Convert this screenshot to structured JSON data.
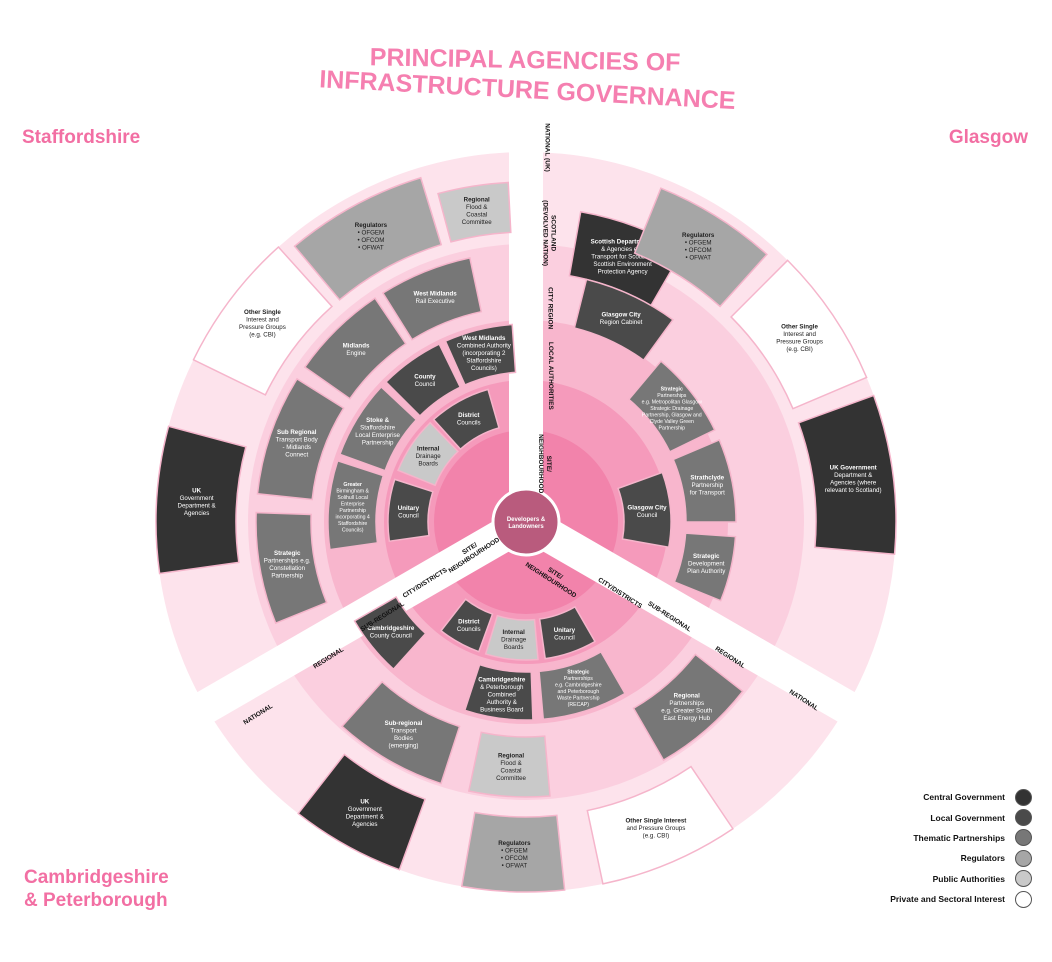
{
  "title": [
    "PRINCIPAL AGENCIES OF",
    "INFRASTRUCTURE GOVERNANCE"
  ],
  "colors": {
    "title": "#f57fb0",
    "corner_text": "#f26fa3",
    "ring_national": "#fde3ec",
    "ring_regional": "#fbcfdf",
    "ring_subregional": "#f8b6cd",
    "ring_city": "#f59abb",
    "ring_site": "#f283ab",
    "center": "#b95b7d",
    "central_government": "#333333",
    "local_government": "#4a4a4a",
    "thematic_partnerships": "#777777",
    "regulators": "#a6a6a6",
    "public_authorities": "#c9c9c9",
    "private_sectoral": "#ffffff"
  },
  "regions": {
    "staffordshire": "Staffordshire",
    "glasgow": "Glasgow",
    "cambridgeshire": [
      "Cambridgeshire",
      "& Peterborough"
    ]
  },
  "center_label": [
    "Developers &",
    "Landowners"
  ],
  "ring_labels": {
    "staffordshire": {
      "site": [
        "SITE/",
        "NEIGHBOURHOOD"
      ],
      "city": "CITY/DISTRICTS",
      "subregional": "SUB-REGIONAL",
      "regional": "REGIONAL",
      "national": "NATIONAL"
    },
    "glasgow": {
      "national": "NATIONAL (UK)",
      "scotland": [
        "SCOTLAND",
        "(DEVOLVED NATION)"
      ],
      "city_region": "CITY REGION",
      "local": "LOCAL AUTHORITIES",
      "site": [
        "SITE/",
        "NEIGHBOURHOOD"
      ]
    },
    "cambridgeshire": {
      "site": [
        "SITE/",
        "NEIGHBOURHOOD"
      ],
      "city": "CITY/DISTRICTS",
      "subregional": "SUB-REGIONAL",
      "regional": "REGIONAL",
      "national": "NATIONAL"
    }
  },
  "agencies": {
    "staffordshire": [
      {
        "type": "regulators",
        "lines": [
          "Regulators",
          "• OFGEM",
          "• OFCOM",
          "• OFWAT"
        ]
      },
      {
        "type": "public_authorities",
        "lines": [
          "Regional",
          "Flood &",
          "Coastal",
          "Committee"
        ]
      },
      {
        "type": "private_sectoral",
        "lines": [
          "Other Single",
          "Interest and",
          "Pressure Groups",
          "(e.g. CBI)"
        ]
      },
      {
        "type": "central_government",
        "lines": [
          "UK",
          "Government",
          "Department &",
          "Agencies"
        ]
      },
      {
        "type": "thematic_partnerships",
        "lines": [
          "West Midlands",
          "Rail Executive"
        ]
      },
      {
        "type": "thematic_partnerships",
        "lines": [
          "Midlands",
          "Engine"
        ]
      },
      {
        "type": "thematic_partnerships",
        "lines": [
          "Sub Regional",
          "Transport Body",
          "- Midlands",
          "Connect"
        ]
      },
      {
        "type": "thematic_partnerships",
        "lines": [
          "Strategic",
          "Partnerships e.g.",
          "Constellation",
          "Partnership"
        ]
      },
      {
        "type": "local_government",
        "lines": [
          "West Midlands",
          "Combined Authority",
          "(incorporating 2",
          "Staffordshire",
          "Councils)"
        ]
      },
      {
        "type": "local_government",
        "lines": [
          "County",
          "Council"
        ]
      },
      {
        "type": "thematic_partnerships",
        "lines": [
          "Stoke &",
          "Staffordshire",
          "Local Enterprise",
          "Partnership"
        ]
      },
      {
        "type": "thematic_partnerships",
        "lines": [
          "Greater",
          "Birmingham &",
          "Solihull Local",
          "Enterprise",
          "Partnership",
          "incorporating 4",
          "Staffordshire",
          "Councils)"
        ]
      },
      {
        "type": "local_government",
        "lines": [
          "District",
          "Councils"
        ]
      },
      {
        "type": "public_authorities",
        "lines": [
          "Internal",
          "Drainage",
          "Boards"
        ]
      },
      {
        "type": "local_government",
        "lines": [
          "Unitary",
          "Council"
        ]
      }
    ],
    "glasgow": [
      {
        "type": "central_government",
        "lines": [
          "Scottish Departments",
          "& Agencies e.g.",
          "Transport for Scotland,",
          "Scottish Environment",
          "Protection Agency"
        ]
      },
      {
        "type": "regulators",
        "lines": [
          "Regulators",
          "• OFGEM",
          "• OFCOM",
          "• OFWAT"
        ]
      },
      {
        "type": "private_sectoral",
        "lines": [
          "Other Single",
          "Interest and",
          "Pressure Groups",
          "(e.g. CBI)"
        ]
      },
      {
        "type": "central_government",
        "lines": [
          "UK Government",
          "Department &",
          "Agencies (where",
          "relevant to Scotland)"
        ]
      },
      {
        "type": "local_government",
        "lines": [
          "Glasgow City",
          "Region Cabinet"
        ]
      },
      {
        "type": "thematic_partnerships",
        "lines": [
          "Strategic",
          "Partnerships",
          "e.g. Metropolitan Glasgow",
          "Strategic Drainage",
          "Partnership, Glasgow and",
          "Clyde Valley Green",
          "Partnership"
        ]
      },
      {
        "type": "thematic_partnerships",
        "lines": [
          "Strathclyde",
          "Partnership",
          "for Transport"
        ]
      },
      {
        "type": "local_government",
        "lines": [
          "Glasgow City",
          "Council"
        ]
      },
      {
        "type": "thematic_partnerships",
        "lines": [
          "Strategic",
          "Development",
          "Plan Authority"
        ]
      }
    ],
    "cambridgeshire": [
      {
        "type": "local_government",
        "lines": [
          "District",
          "Councils"
        ]
      },
      {
        "type": "public_authorities",
        "lines": [
          "Internal",
          "Drainage",
          "Boards"
        ]
      },
      {
        "type": "local_government",
        "lines": [
          "Unitary",
          "Council"
        ]
      },
      {
        "type": "local_government",
        "lines": [
          "Cambridgeshire",
          "County Council"
        ]
      },
      {
        "type": "local_government",
        "lines": [
          "Cambridgeshire",
          "& Peterborough",
          "Combined",
          "Authority &",
          "Business Board"
        ]
      },
      {
        "type": "thematic_partnerships",
        "lines": [
          "Strategic",
          "Partnerships",
          "e.g. Cambridgeshire",
          "and Peterborough",
          "Waste Partnership",
          "(RECAP)"
        ]
      },
      {
        "type": "thematic_partnerships",
        "lines": [
          "Sub-regional",
          "Transport",
          "Bodies",
          "(emerging)"
        ]
      },
      {
        "type": "thematic_partnerships",
        "lines": [
          "Regional",
          "Partnerships",
          "e.g. Greater South",
          "East Energy Hub"
        ]
      },
      {
        "type": "public_authorities",
        "lines": [
          "Regional",
          "Flood &",
          "Coastal",
          "Committee"
        ]
      },
      {
        "type": "central_government",
        "lines": [
          "UK",
          "Government",
          "Department &",
          "Agencies"
        ]
      },
      {
        "type": "regulators",
        "lines": [
          "Regulators",
          "• OFGEM",
          "• OFCOM",
          "• OFWAT"
        ]
      },
      {
        "type": "private_sectoral",
        "lines": [
          "Other Single Interest",
          "and Pressure Groups",
          "(e.g. CBI)"
        ]
      }
    ]
  },
  "legend": [
    {
      "label": "Central Government",
      "type": "central_government"
    },
    {
      "label": "Local Government",
      "type": "local_government"
    },
    {
      "label": "Thematic Partnerships",
      "type": "thematic_partnerships"
    },
    {
      "label": "Regulators",
      "type": "regulators"
    },
    {
      "label": "Public Authorities",
      "type": "public_authorities"
    },
    {
      "label": "Private and Sectoral Interest",
      "type": "private_sectoral"
    }
  ]
}
